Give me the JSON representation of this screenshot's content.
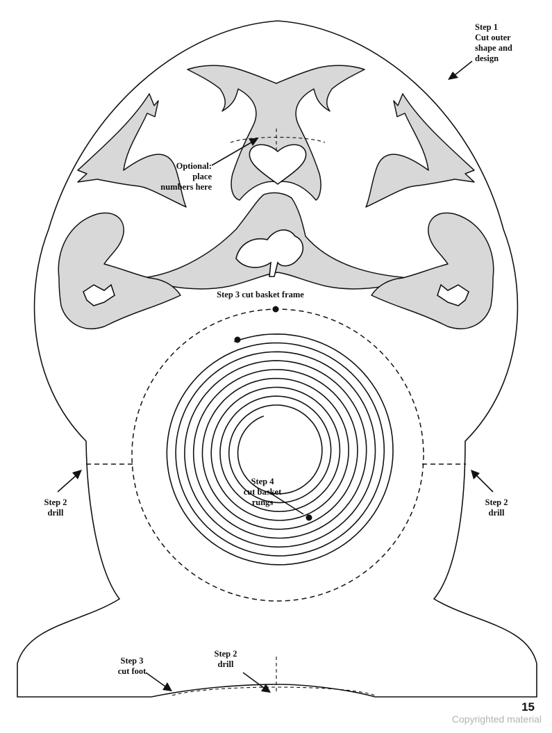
{
  "labels": {
    "step1": [
      "Step 1",
      "Cut outer",
      "shape and",
      "design"
    ],
    "optional": [
      "Optional:",
      "place",
      "numbers here"
    ],
    "step3_frame": "Step 3 cut basket frame",
    "step4": [
      "Step 4",
      "cut basket",
      "rungs"
    ],
    "step2_left": [
      "Step 2",
      "drill"
    ],
    "step2_right": [
      "Step 2",
      "drill"
    ],
    "step3_foot": [
      "Step 3",
      "cut foot"
    ],
    "step2_bottom": [
      "Step 2",
      "drill"
    ]
  },
  "page_number": "15",
  "watermark": "Copyrighted material"
}
